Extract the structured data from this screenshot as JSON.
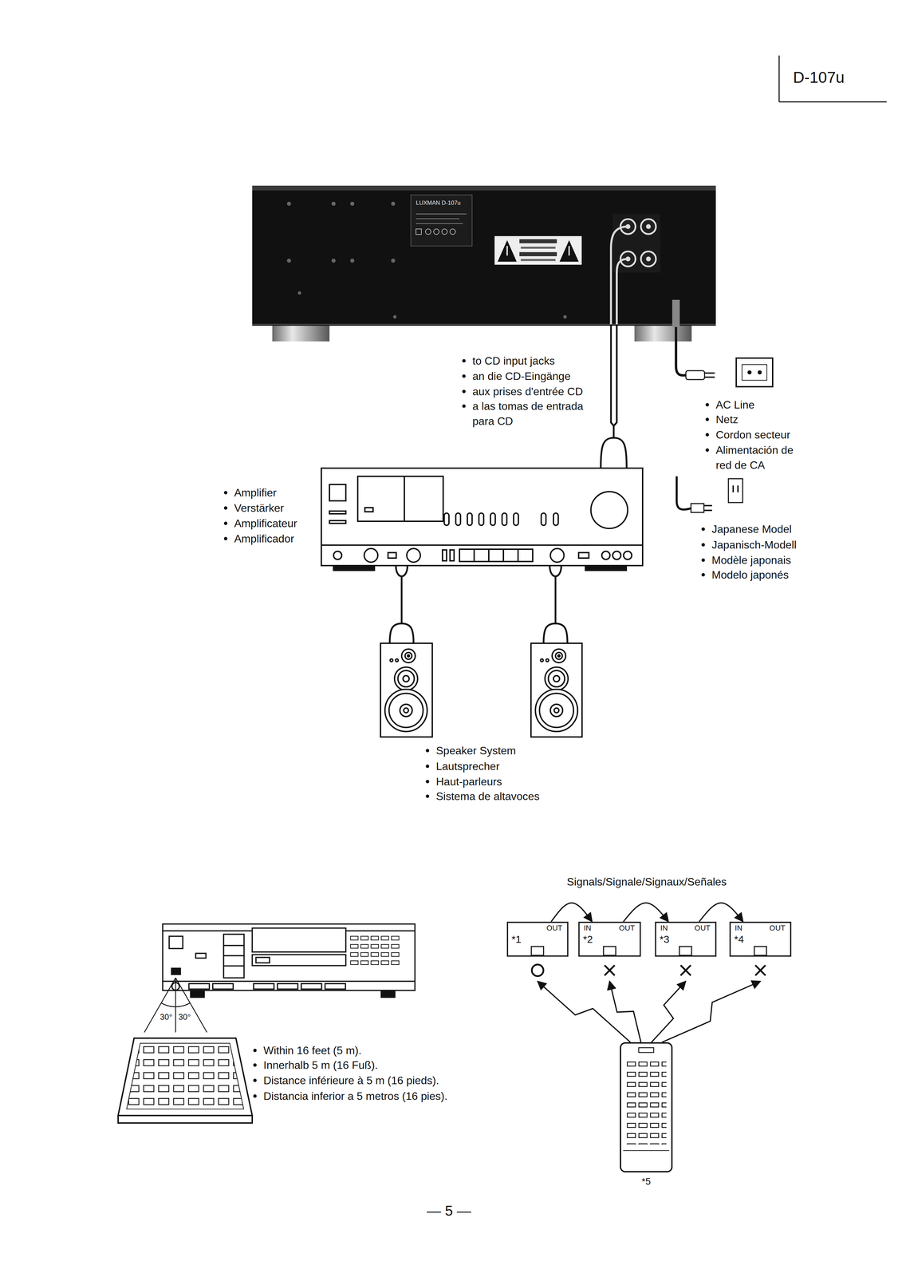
{
  "diagram": {
    "nodes": [
      {
        "text": [
          "OUT",
          "*1"
        ]
      },
      {
        "text": [
          "IN",
          "OUT",
          "*2"
        ]
      },
      {
        "text": [
          "IN",
          "OUT",
          "*3"
        ]
      },
      {
        "text": [
          "IN",
          "OUT",
          "*4"
        ]
      },
      {
        "text": [
          "*5"
        ]
      }
    ],
    "edges": [
      {
        "from": 0,
        "to": 1,
        "arrow": "to"
      },
      {
        "from": 1,
        "to": 2,
        "arrow": "to"
      },
      {
        "from": 2,
        "to": 3,
        "arrow": "to"
      },
      {
        "from": 4,
        "to": 0,
        "arrow": "to"
      },
      {
        "from": 4,
        "to": 1,
        "arrow": "to"
      },
      {
        "from": 4,
        "to": 2,
        "arrow": "to"
      },
      {
        "from": 4,
        "to": 3,
        "arrow": "to"
      }
    ],
    "labels": [
      "D-107u",
      "LUXMAN D-107u",
      "to CD input jacks",
      "an die CD-Eingänge",
      "aux prises d'entrée CD",
      "a las tomas de entrada para CD",
      "AC Line",
      "Netz",
      "Cordon secteur",
      "Alimentación de red de CA",
      "Amplifier",
      "Verstärker",
      "Amplificateur",
      "Amplificador",
      "Japanese Model",
      "Japanisch-Modell",
      "Modèle japonais",
      "Modelo japonés",
      "Speaker System",
      "Lautsprecher",
      "Haut-parleurs",
      "Sistema de altavoces",
      "30°",
      "30°",
      "Within 16 feet (5 m).",
      "Innerhalb 5 m (16 Fuß).",
      "Distance inférieure à 5 m (16 pieds).",
      "Distancia inferior a 5 metros (16 pies).",
      "Signals/Signale/Signaux/Señales",
      "— 5 —"
    ]
  }
}
